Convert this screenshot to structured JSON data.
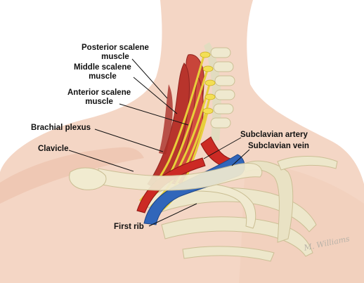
{
  "labels": {
    "posterior_scalene": [
      "Posterior scalene",
      "muscle"
    ],
    "middle_scalene": [
      "Middle scalene",
      "muscle"
    ],
    "anterior_scalene": [
      "Anterior scalene",
      "muscle"
    ],
    "brachial_plexus": "Brachial plexus",
    "clavicle": "Clavicle",
    "subclavian_artery": "Subclavian artery",
    "subclavian_vein": "Subclavian vein",
    "first_rib": "First rib"
  },
  "signature": "M. Williams",
  "colors": {
    "skin": "#f3d4c2",
    "skin_dark": "#e6b7a0",
    "bone": "#ece6c8",
    "muscle": "#c83a33",
    "nerve": "#f2df55",
    "artery": "#cc2a24",
    "vein": "#2f63b6"
  }
}
